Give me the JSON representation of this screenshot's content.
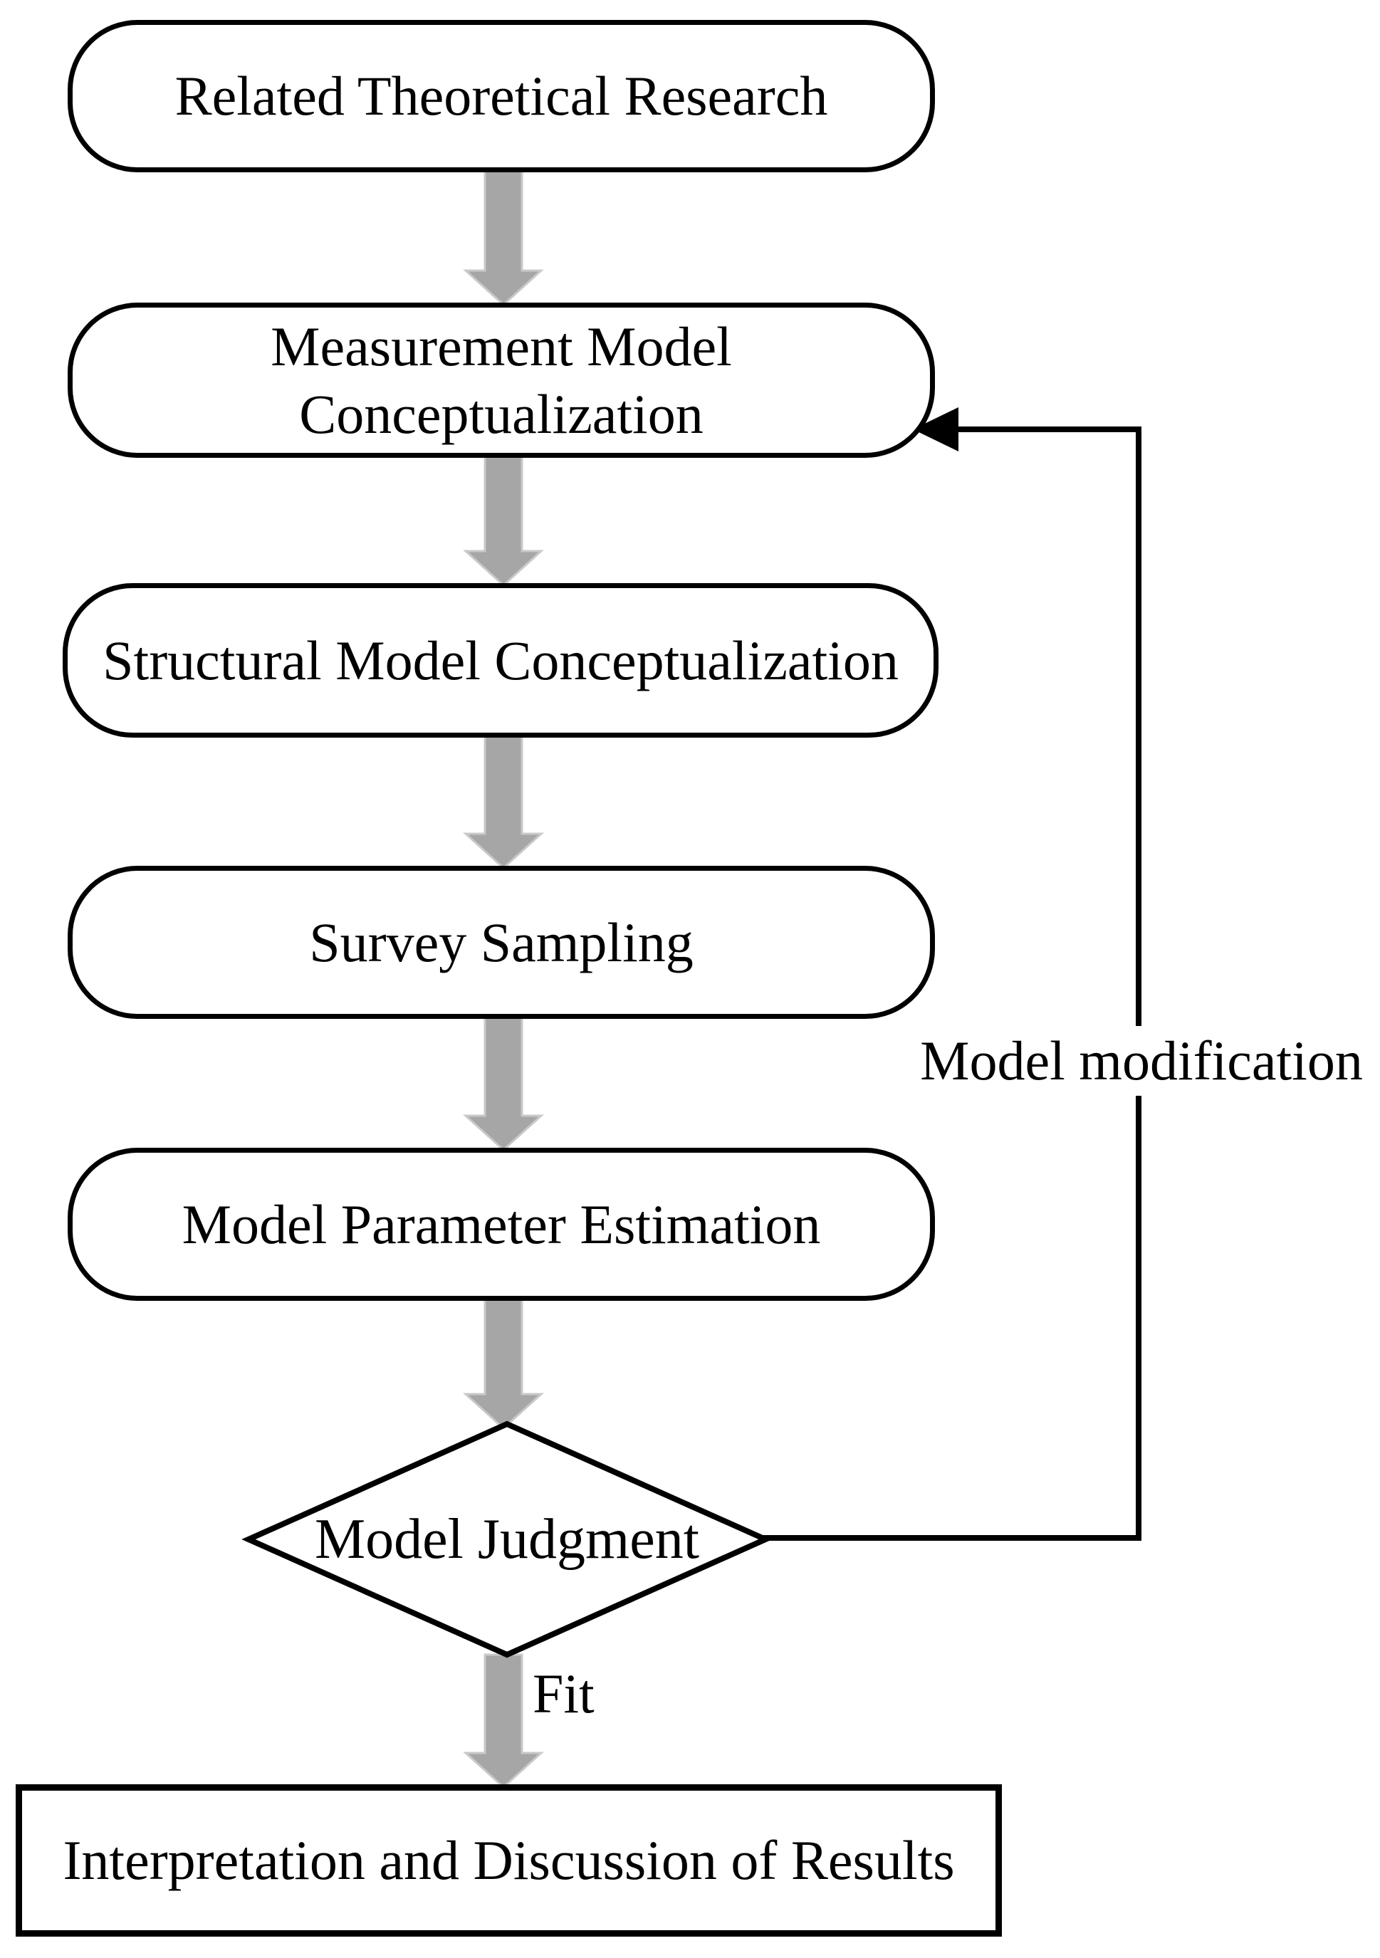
{
  "diagram": {
    "background_color": "#ffffff",
    "line_color": "#000000",
    "arrow_fill_color": "#a6a6a6",
    "arrow_edge_color": "#c9c9c9",
    "node_fill_color": "#ffffff",
    "nodes": [
      {
        "id": "related-theoretical-research",
        "shape": "rounded",
        "label": "Related Theoretical Research"
      },
      {
        "id": "measurement-model-conceptualization",
        "shape": "rounded",
        "label": "Measurement Model\nConceptualization"
      },
      {
        "id": "structural-model-conceptualization",
        "shape": "rounded",
        "label": "Structural Model Conceptualization"
      },
      {
        "id": "survey-sampling",
        "shape": "rounded",
        "label": "Survey Sampling"
      },
      {
        "id": "model-parameter-estimation",
        "shape": "rounded",
        "label": "Model Parameter Estimation"
      },
      {
        "id": "model-judgment",
        "shape": "diamond",
        "label": "Model Judgment"
      },
      {
        "id": "interpretation-and-discussion",
        "shape": "rectangle",
        "label": "Interpretation and Discussion of Results"
      }
    ],
    "edges": [
      {
        "from": "related-theoretical-research",
        "to": "measurement-model-conceptualization",
        "style": "gray-block-arrow",
        "label": ""
      },
      {
        "from": "measurement-model-conceptualization",
        "to": "structural-model-conceptualization",
        "style": "gray-block-arrow",
        "label": ""
      },
      {
        "from": "structural-model-conceptualization",
        "to": "survey-sampling",
        "style": "gray-block-arrow",
        "label": ""
      },
      {
        "from": "survey-sampling",
        "to": "model-parameter-estimation",
        "style": "gray-block-arrow",
        "label": ""
      },
      {
        "from": "model-parameter-estimation",
        "to": "model-judgment",
        "style": "gray-block-arrow",
        "label": ""
      },
      {
        "from": "model-judgment",
        "to": "interpretation-and-discussion",
        "style": "gray-block-arrow",
        "label": "Fit"
      },
      {
        "from": "model-judgment",
        "to": "measurement-model-conceptualization",
        "style": "black-line-arrow",
        "label": "Model modification"
      }
    ]
  }
}
